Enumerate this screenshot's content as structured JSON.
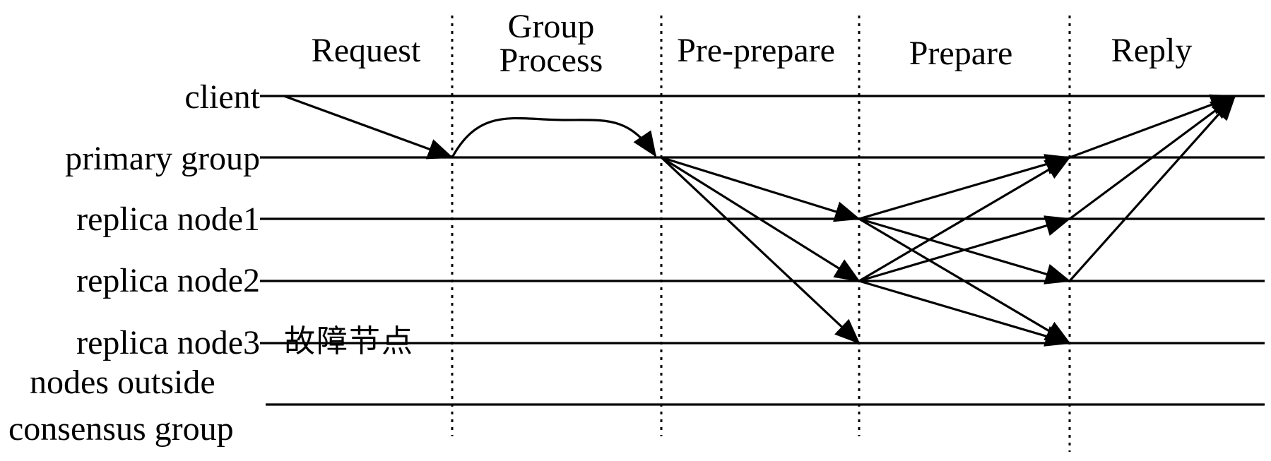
{
  "phases": [
    {
      "id": "request",
      "label": "Request"
    },
    {
      "id": "group-process",
      "label_line1": "Group",
      "label_line2": "Process"
    },
    {
      "id": "pre-prepare",
      "label": "Pre-prepare"
    },
    {
      "id": "prepare",
      "label": "Prepare"
    },
    {
      "id": "reply",
      "label": "Reply"
    }
  ],
  "rows": {
    "client": "client",
    "primary": "primary group",
    "replica1": "replica node1",
    "replica2": "replica node2",
    "replica3": "replica node3",
    "outside_line1": "nodes outside",
    "outside_line2": "consensus group"
  },
  "annotation": "故障节点",
  "messages": [
    {
      "from": "client",
      "to": "primary",
      "phase": "Request"
    },
    {
      "from": "primary",
      "to": "primary",
      "phase": "Group Process"
    },
    {
      "from": "primary",
      "to": "replica1",
      "phase": "Pre-prepare"
    },
    {
      "from": "primary",
      "to": "replica2",
      "phase": "Pre-prepare"
    },
    {
      "from": "primary",
      "to": "replica3",
      "phase": "Pre-prepare"
    },
    {
      "from": "replica1",
      "to": "primary",
      "phase": "Prepare"
    },
    {
      "from": "replica1",
      "to": "replica2",
      "phase": "Prepare"
    },
    {
      "from": "replica1",
      "to": "replica3",
      "phase": "Prepare"
    },
    {
      "from": "replica2",
      "to": "primary",
      "phase": "Prepare"
    },
    {
      "from": "replica2",
      "to": "replica1",
      "phase": "Prepare"
    },
    {
      "from": "replica2",
      "to": "replica3",
      "phase": "Prepare"
    },
    {
      "from": "primary",
      "to": "client",
      "phase": "Reply"
    },
    {
      "from": "replica1",
      "to": "client",
      "phase": "Reply"
    },
    {
      "from": "replica2",
      "to": "client",
      "phase": "Reply"
    }
  ]
}
